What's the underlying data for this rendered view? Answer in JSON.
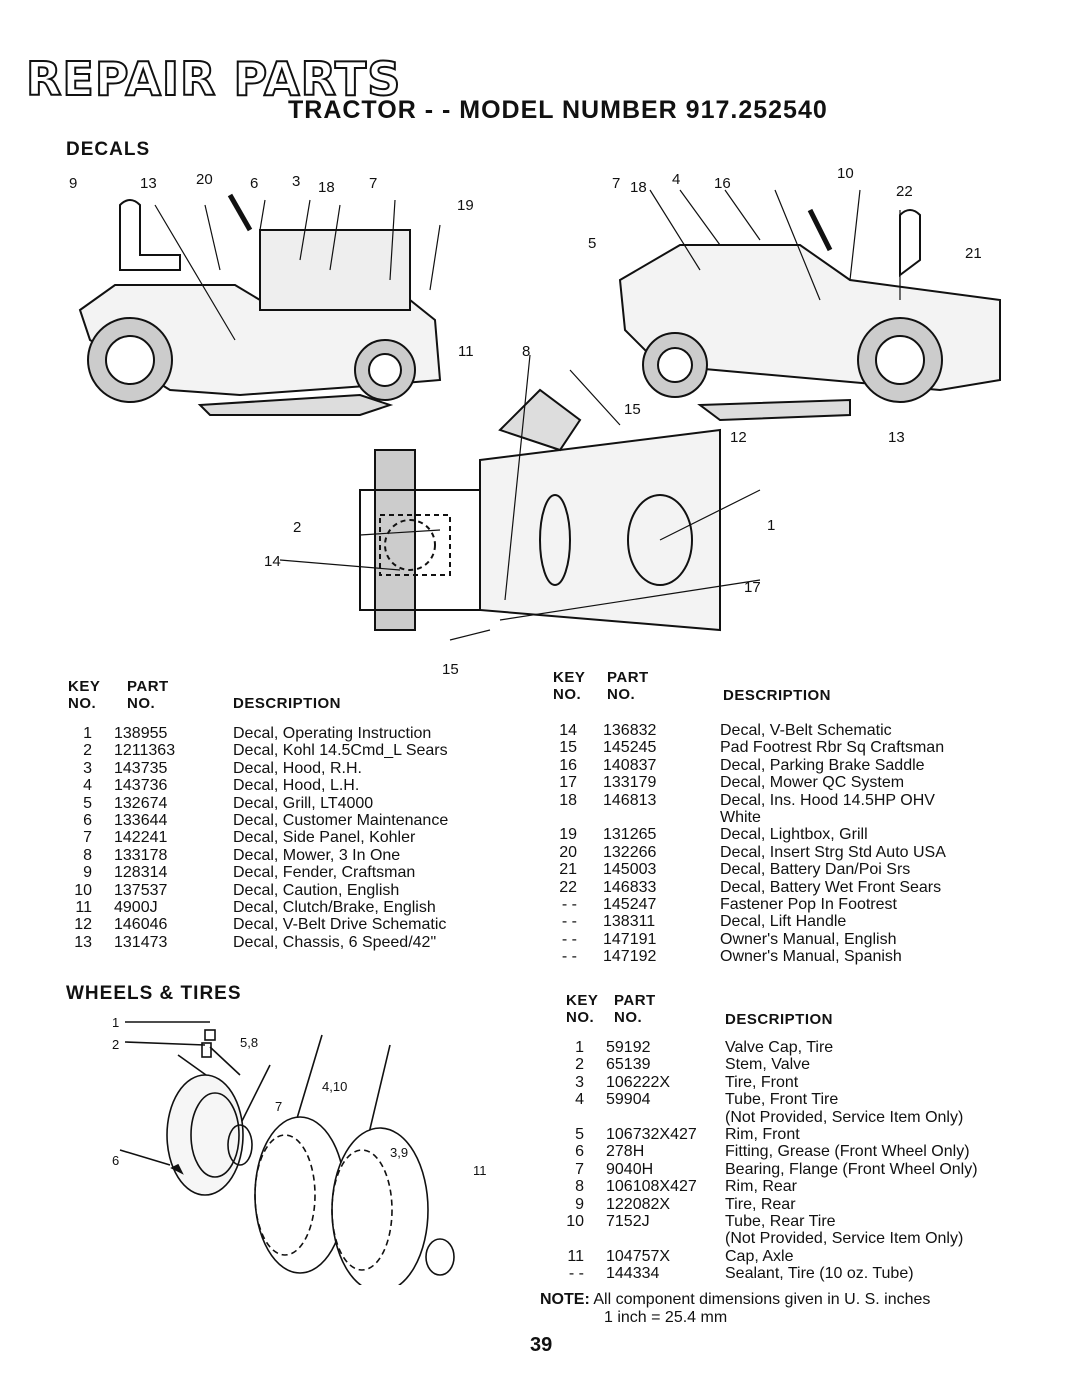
{
  "page": {
    "title": "REPAIR PARTS",
    "subtitle": "TRACTOR - - MODEL NUMBER 917.252540",
    "page_number": "39"
  },
  "decals": {
    "heading": "DECALS",
    "col_headers": {
      "key_top": "KEY",
      "key_bottom": "NO.",
      "part_top": "PART",
      "part_bottom": "NO.",
      "description": "DESCRIPTION"
    },
    "callouts_top": [
      "9",
      "13",
      "20",
      "6",
      "3",
      "18",
      "7",
      "19",
      "7",
      "18",
      "4",
      "16",
      "10",
      "22",
      "5",
      "21",
      "11",
      "8",
      "15",
      "12",
      "13",
      "2",
      "1",
      "14",
      "17",
      "15"
    ],
    "left_items": [
      {
        "key": "1",
        "part": "138955",
        "desc": "Decal, Operating Instruction"
      },
      {
        "key": "2",
        "part": "1211363",
        "desc": "Decal, Kohl 14.5Cmd_L Sears"
      },
      {
        "key": "3",
        "part": "143735",
        "desc": "Decal, Hood, R.H."
      },
      {
        "key": "4",
        "part": "143736",
        "desc": "Decal, Hood, L.H."
      },
      {
        "key": "5",
        "part": "132674",
        "desc": "Decal, Grill, LT4000"
      },
      {
        "key": "6",
        "part": "133644",
        "desc": "Decal, Customer Maintenance"
      },
      {
        "key": "7",
        "part": "142241",
        "desc": "Decal, Side Panel, Kohler"
      },
      {
        "key": "8",
        "part": "133178",
        "desc": "Decal, Mower, 3 In One"
      },
      {
        "key": "9",
        "part": "128314",
        "desc": "Decal, Fender, Craftsman"
      },
      {
        "key": "10",
        "part": "137537",
        "desc": "Decal, Caution, English"
      },
      {
        "key": "11",
        "part": "4900J",
        "desc": "Decal, Clutch/Brake, English"
      },
      {
        "key": "12",
        "part": "146046",
        "desc": "Decal, V-Belt Drive Schematic"
      },
      {
        "key": "13",
        "part": "131473",
        "desc": "Decal, Chassis, 6 Speed/42\""
      }
    ],
    "right_items": [
      {
        "key": "14",
        "part": "136832",
        "desc": "Decal, V-Belt Schematic"
      },
      {
        "key": "15",
        "part": "145245",
        "desc": "Pad Footrest Rbr Sq Craftsman"
      },
      {
        "key": "16",
        "part": "140837",
        "desc": "Decal, Parking Brake Saddle"
      },
      {
        "key": "17",
        "part": "133179",
        "desc": "Decal, Mower QC System"
      },
      {
        "key": "18",
        "part": "146813",
        "desc": "Decal, Ins. Hood 14.5HP OHV"
      },
      {
        "key": "",
        "part": "",
        "desc": "White"
      },
      {
        "key": "19",
        "part": "131265",
        "desc": "Decal, Lightbox, Grill"
      },
      {
        "key": "20",
        "part": "132266",
        "desc": "Decal, Insert Strg Std Auto USA"
      },
      {
        "key": "21",
        "part": "145003",
        "desc": "Decal, Battery Dan/Poi Srs"
      },
      {
        "key": "22",
        "part": "146833",
        "desc": "Decal, Battery Wet Front Sears"
      },
      {
        "key": "- -",
        "part": "145247",
        "desc": "Fastener Pop In Footrest"
      },
      {
        "key": "- -",
        "part": "138311",
        "desc": "Decal, Lift Handle"
      },
      {
        "key": "- -",
        "part": "147191",
        "desc": "Owner's Manual, English"
      },
      {
        "key": "- -",
        "part": "147192",
        "desc": "Owner's Manual, Spanish"
      }
    ]
  },
  "wheels": {
    "heading": "WHEELS & TIRES",
    "col_headers": {
      "key_top": "KEY",
      "key_bottom": "NO.",
      "part_top": "PART",
      "part_bottom": "NO.",
      "description": "DESCRIPTION"
    },
    "callouts": [
      "1",
      "2",
      "5,8",
      "4,10",
      "7",
      "3,9",
      "6",
      "11"
    ],
    "items": [
      {
        "key": "1",
        "part": "59192",
        "desc": "Valve Cap, Tire"
      },
      {
        "key": "2",
        "part": "65139",
        "desc": "Stem, Valve"
      },
      {
        "key": "3",
        "part": "106222X",
        "desc": "Tire, Front"
      },
      {
        "key": "4",
        "part": "59904",
        "desc": "Tube, Front Tire"
      },
      {
        "key": "",
        "part": "",
        "desc": "(Not Provided, Service Item Only)"
      },
      {
        "key": "5",
        "part": "106732X427",
        "desc": "Rim, Front"
      },
      {
        "key": "6",
        "part": "278H",
        "desc": "Fitting, Grease (Front Wheel Only)"
      },
      {
        "key": "7",
        "part": "9040H",
        "desc": "Bearing, Flange (Front Wheel Only)"
      },
      {
        "key": "8",
        "part": "106108X427",
        "desc": "Rim, Rear"
      },
      {
        "key": "9",
        "part": "122082X",
        "desc": "Tire, Rear"
      },
      {
        "key": "10",
        "part": "7152J",
        "desc": "Tube, Rear Tire"
      },
      {
        "key": "",
        "part": "",
        "desc": "(Not Provided, Service Item Only)"
      },
      {
        "key": "11",
        "part": "104757X",
        "desc": "Cap, Axle"
      },
      {
        "key": "- -",
        "part": "144334",
        "desc": "Sealant, Tire (10 oz. Tube)"
      }
    ],
    "note_label": "NOTE:",
    "note_text": "All component dimensions given in U. S. inches",
    "note_text2": "1 inch = 25.4 mm"
  }
}
